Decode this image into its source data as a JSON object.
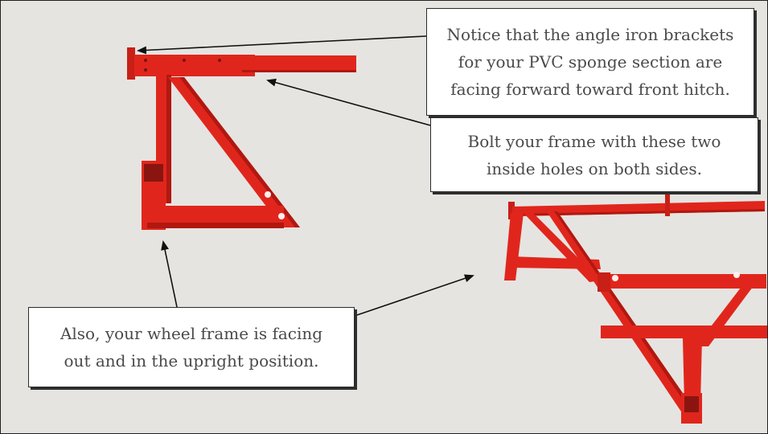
{
  "callouts": {
    "top": {
      "line1": "Notice that the angle iron brackets",
      "line2": "for your PVC sponge section are",
      "line3": "facing forward toward front hitch."
    },
    "middle": {
      "line1": "Bolt your frame with these two",
      "line2": "inside holes on both sides."
    },
    "bottom": {
      "line1": "Also, your wheel frame is facing",
      "line2": "out and in the upright position."
    }
  },
  "colors": {
    "frame_red": "#e0261c",
    "frame_shadow": "#b01810",
    "background": "#e6e4e1"
  }
}
